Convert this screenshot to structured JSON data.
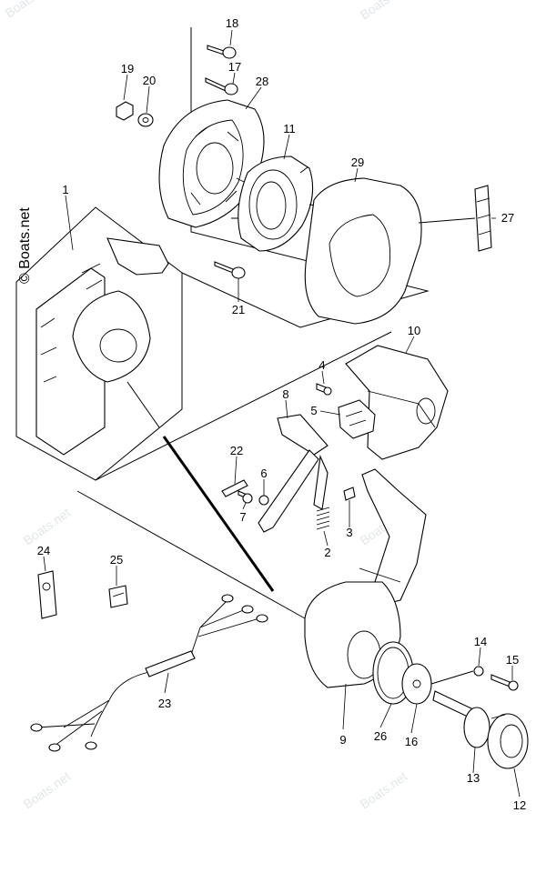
{
  "watermark": {
    "symbol": "©",
    "brand": "Boats.net",
    "side_text": "© Boats.net"
  },
  "parts": [
    {
      "id": "p1",
      "label": "1"
    },
    {
      "id": "p2",
      "label": "2"
    },
    {
      "id": "p3",
      "label": "3"
    },
    {
      "id": "p4",
      "label": "4"
    },
    {
      "id": "p5",
      "label": "5"
    },
    {
      "id": "p6",
      "label": "6"
    },
    {
      "id": "p7",
      "label": "7"
    },
    {
      "id": "p8",
      "label": "8"
    },
    {
      "id": "p9",
      "label": "9"
    },
    {
      "id": "p10",
      "label": "10"
    },
    {
      "id": "p11",
      "label": "11"
    },
    {
      "id": "p12",
      "label": "12"
    },
    {
      "id": "p13",
      "label": "13"
    },
    {
      "id": "p14",
      "label": "14"
    },
    {
      "id": "p15",
      "label": "15"
    },
    {
      "id": "p16",
      "label": "16"
    },
    {
      "id": "p17",
      "label": "17"
    },
    {
      "id": "p18",
      "label": "18"
    },
    {
      "id": "p19",
      "label": "19"
    },
    {
      "id": "p20",
      "label": "20"
    },
    {
      "id": "p21",
      "label": "21"
    },
    {
      "id": "p22",
      "label": "22"
    },
    {
      "id": "p23",
      "label": "23"
    },
    {
      "id": "p24",
      "label": "24"
    },
    {
      "id": "p25",
      "label": "25"
    },
    {
      "id": "p26",
      "label": "26"
    },
    {
      "id": "p27",
      "label": "27"
    },
    {
      "id": "p28",
      "label": "28"
    },
    {
      "id": "p29",
      "label": "29"
    }
  ]
}
